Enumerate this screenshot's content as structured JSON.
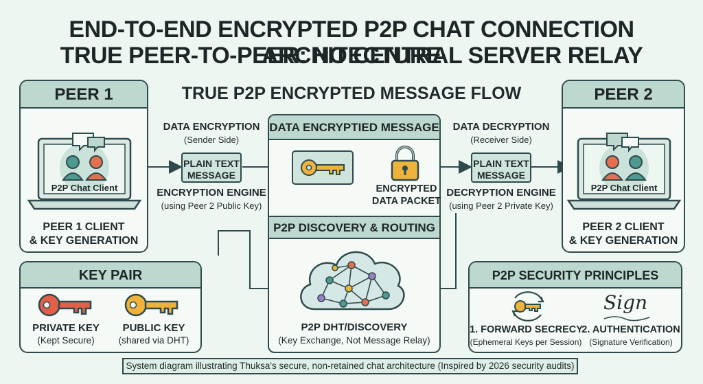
{
  "title_line1": "END-TO-END ENCRYPTED P2P CHAT CONNECTION ARCHITECTURE",
  "title_line2": "TRUE PEER-TO-PEER: NO CENTRAL SERVER RELAY",
  "flow_title": "TRUE P2P ENCRYPTED MESSAGE FLOW",
  "peer1": {
    "header": "PEER 1",
    "screen_label": "P2P Chat Client",
    "caption_line1": "PEER 1 CLIENT",
    "caption_line2": "& KEY GENERATION"
  },
  "peer2": {
    "header": "PEER 2",
    "screen_label": "P2P Chat Client",
    "caption_line1": "PEER 2 CLIENT",
    "caption_line2": "& KEY GENERATION"
  },
  "encryption": {
    "title": "DATA ENCRYPTION",
    "subtitle": "(Sender Side)",
    "plain_line1": "PLAIN TEXT",
    "plain_line2": "MESSAGE",
    "engine": "ENCRYPTION ENGINE",
    "engine_note": "(using Peer 2 Public Key)"
  },
  "encrypted_message": {
    "header": "DATA ENCRYPTIED MESSAGE",
    "packet_line1": "ENCRYPTED",
    "packet_line2": "DATA PACKET"
  },
  "decryption": {
    "title": "DATA DECRYPTION",
    "subtitle": "(Receiver Side)",
    "plain_line1": "PLAIN TEXT",
    "plain_line2": "MESSAGE",
    "engine": "DECRYPTION ENGINE",
    "engine_note": "(using Peer 2 Private Key)"
  },
  "discovery": {
    "header": "P2P DISCOVERY & ROUTING",
    "label": "P2P DHT/DISCOVERY",
    "note": "(Key Exchange, Not Message Relay)"
  },
  "key_pair": {
    "header": "KEY PAIR",
    "private_label": "PRIVATE KEY",
    "private_note": "(Kept Secure)",
    "public_label": "PUBLIC KEY",
    "public_note": "(shared via DHT)"
  },
  "security": {
    "header": "P2P SECURITY PRINCIPLES",
    "sign_text": "Sign",
    "principle1": "1. FORWARD SECRECY",
    "principle1_note": "(Ephemeral Keys per Session)",
    "principle2": "2. AUTHENTICATION",
    "principle2_note": "(Signature Verification)"
  },
  "footer": "System diagram illustrating Thuksa's secure, non-retained chat architecture (Inspired by 2026 security audits)",
  "colors": {
    "teal_band": "#bcd8cf",
    "outline": "#2f4a4c",
    "key_red": "#e0604a",
    "key_gold": "#efb23a",
    "person_teal": "#4f9a90",
    "person_orange": "#e5704f"
  }
}
